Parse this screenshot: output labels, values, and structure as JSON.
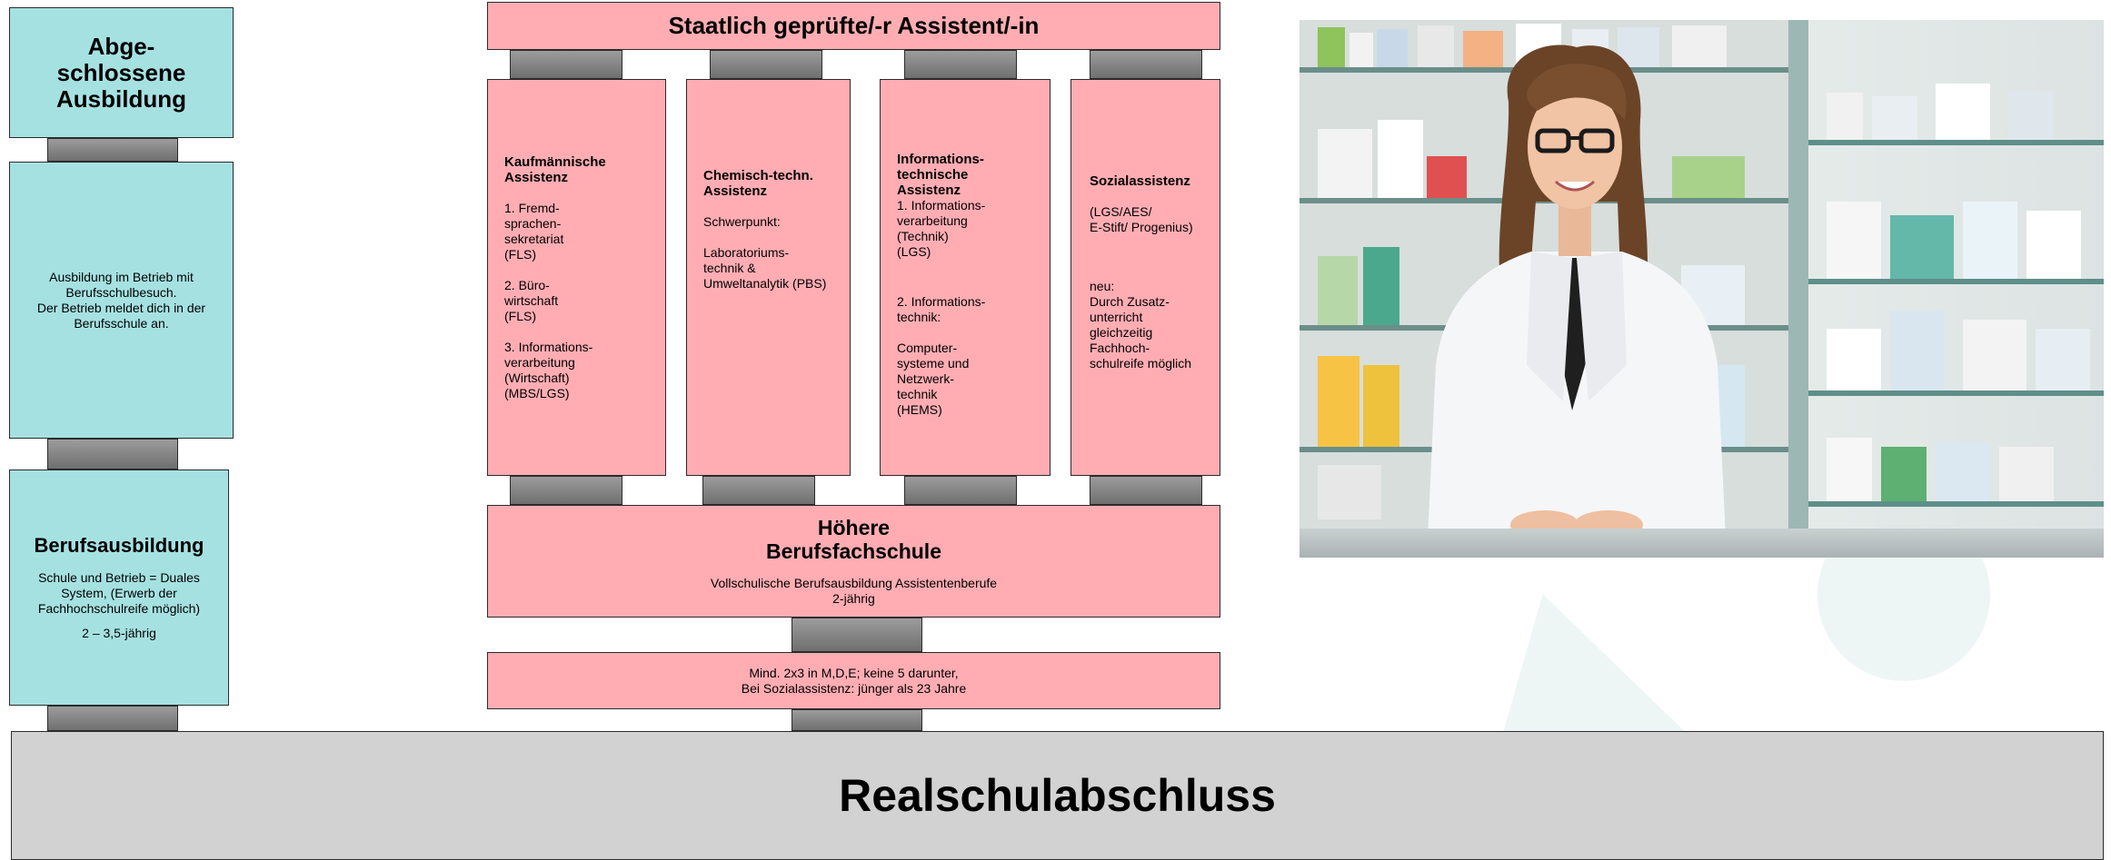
{
  "left_column": {
    "top_box": {
      "title": "Abge-\nschlossene\nAusbildung"
    },
    "middle_box": {
      "text": "Ausbildung im Betrieb mit\nBerufsschulbesuch.\nDer Betrieb meldet dich in der\nBerufsschule an."
    },
    "bottom_box": {
      "title": "Berufsausbildung",
      "text": "Schule und Betrieb = Duales\nSystem, (Erwerb der\nFachhochschulreife möglich)",
      "duration": "2 – 3,5-jährig"
    }
  },
  "assistant_header": {
    "title": "Staatlich geprüfte/-r Assistent/-in"
  },
  "columns": [
    {
      "heading": "Kaufmännische\nAssistenz",
      "items": [
        "1. Fremd-\n    sprachen-\n    sekretariat\n    (FLS)",
        "2. Büro-\n    wirtschaft\n    (FLS)",
        "3. Informations-\n    verarbeitung\n    (Wirtschaft)\n    (MBS/LGS)"
      ]
    },
    {
      "heading": "Chemisch-techn.\nAssistenz",
      "items": [
        "Schwerpunkt:",
        "Laboratoriums-\ntechnik &\nUmweltanalytik (PBS)"
      ]
    },
    {
      "heading": "Informations-\ntechnische\nAssistenz",
      "items": [
        "1. Informations-\n    verarbeitung\n    (Technik)\n    (LGS)",
        "2. Informations-\n    technik:",
        "    Computer-\n    systeme und\n    Netzwerk-\n    technik\n    (HEMS)"
      ]
    },
    {
      "heading": "Sozialassistenz",
      "items": [
        "(LGS/AES/\nE-Stift/ Progenius)",
        "neu:\nDurch Zusatz-\nunterricht\ngleichzeitig\nFachhoch-\nschulreife möglich"
      ]
    }
  ],
  "hbf_box": {
    "title": "Höhere\nBerufsfachschule",
    "subtitle": "Vollschulische Berufsausbildung Assistentenberufe",
    "duration": "2-jährig"
  },
  "requirement_box": {
    "text": "Mind. 2x3 in M,D,E; keine 5 darunter,\nBei Sozialassistenz: jünger als 23 Jahre"
  },
  "base": {
    "title": "Realschulabschluss"
  },
  "photo": {
    "icon": "pharmacist-photo"
  },
  "colors": {
    "teal": "#a6e1e2",
    "pink": "#ffadb3",
    "connector": "#8a8a8a",
    "base": "#d2d2d2"
  }
}
